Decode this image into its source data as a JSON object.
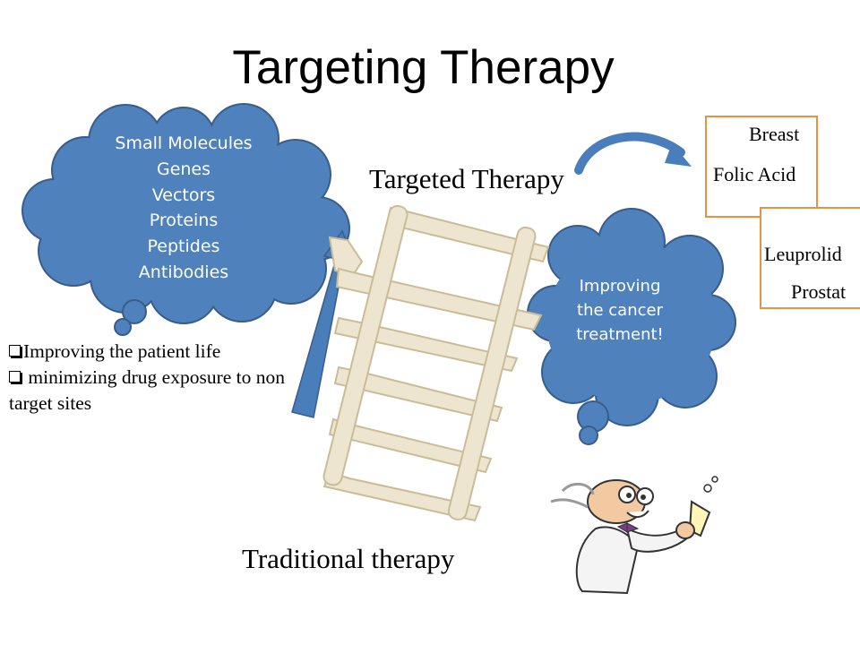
{
  "title": "Targeting Therapy",
  "cloud_left": {
    "items": [
      "Small Molecules",
      "Genes",
      "Vectors",
      "Proteins",
      "Peptides",
      "Antibodies"
    ]
  },
  "cloud_right": {
    "lines": [
      "Improving",
      "the cancer",
      "treatment!"
    ]
  },
  "labels": {
    "targeted": "Targeted Therapy",
    "traditional": "Traditional therapy"
  },
  "benefits": {
    "item1": "Improving the patient life",
    "item2": " minimizing drug exposure to non target sites"
  },
  "targets": {
    "breast": "Breast",
    "folic_acid": "Folic Acid",
    "leuprolide": "Leuprolid",
    "prostate": "Prostat"
  },
  "colors": {
    "cloud_fill": "#4f81bd",
    "cloud_stroke": "#385d8a",
    "arrow": "#4a7ebb",
    "ladder": "#ede5cf",
    "ladder_stroke": "#c9bc98",
    "box_border": "#e8923f"
  },
  "icons": {
    "scientist": "scientist-icon"
  }
}
